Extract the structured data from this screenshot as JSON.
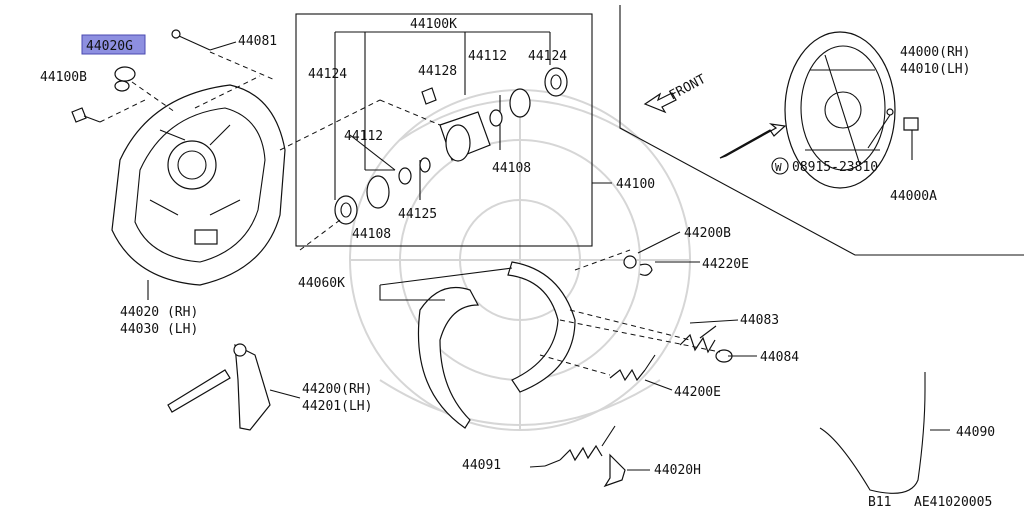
{
  "labels": {
    "p44020g": "44020G",
    "p44081": "44081",
    "p44100b": "44100B",
    "p44100k": "44100K",
    "p44124a": "44124",
    "p44124b": "44124",
    "p44128": "44128",
    "p44112a": "44112",
    "p44112b": "44112",
    "p44108a": "44108",
    "p44108b": "44108",
    "p44125": "44125",
    "p44100": "44100",
    "front": "FRONT",
    "p44000rh": "44000(RH)",
    "p44010lh": "44010(LH)",
    "p08915": "08915-23810",
    "w": "W",
    "p44000a": "44000A",
    "p44200b": "44200B",
    "p44220e": "44220E",
    "p44060k": "44060K",
    "p44083": "44083",
    "p44084": "44084",
    "p44020rh": "44020 (RH)",
    "p44030lh": "44030 (LH)",
    "p44200rh": "44200(RH)",
    "p44201lh": "44201(LH)",
    "p44200e": "44200E",
    "p44090": "44090",
    "p44091": "44091",
    "p44020h": "44020H",
    "b11": "B11",
    "code": "AE41020005"
  },
  "highlight_color": "#8d8fe0"
}
